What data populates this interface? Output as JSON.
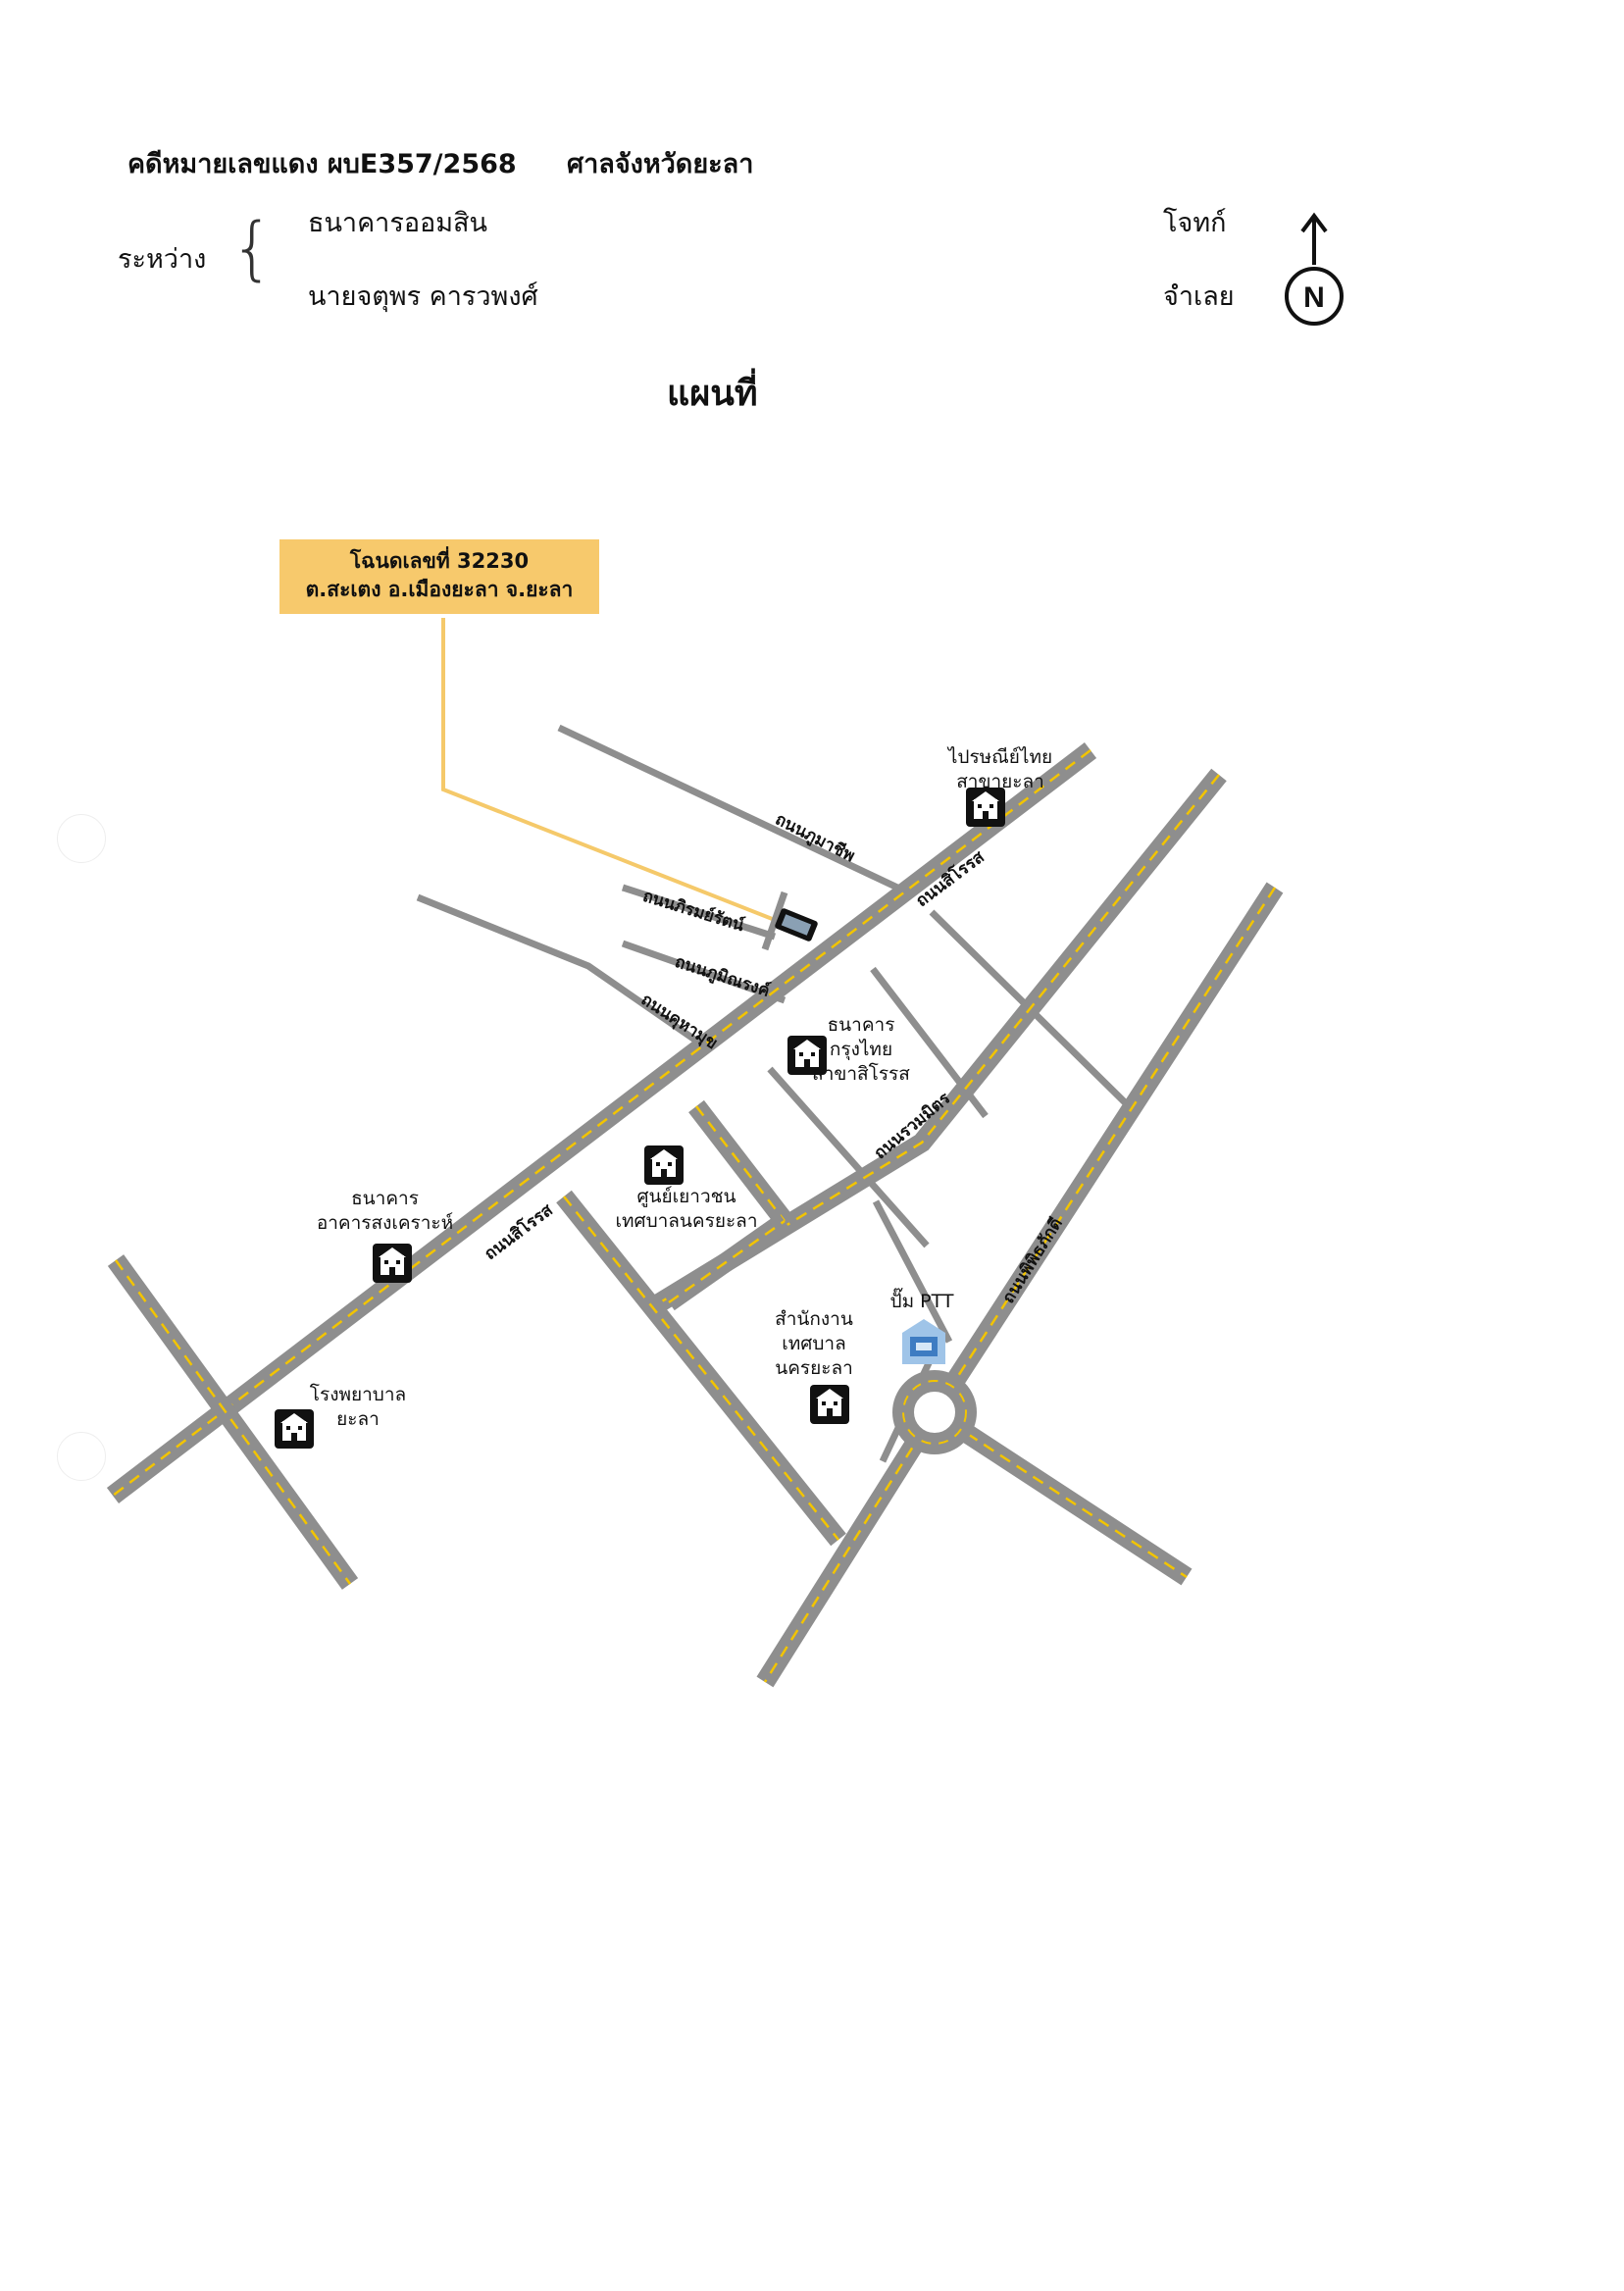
{
  "header": {
    "case_number": "คดีหมายเลขแดง ผบE357/2568",
    "court": "ศาลจังหวัดยะลา",
    "between_label": "ระหว่าง",
    "plaintiff_name": "ธนาคารออมสิน",
    "plaintiff_role": "โจทก์",
    "defendant_name": "นายจตุพร   คารวพงศ์",
    "defendant_role": "จำเลย"
  },
  "compass": {
    "letter": "N",
    "icon": "north-arrow-icon"
  },
  "map_title": "แผนที่",
  "callout": {
    "line1": "โฉนดเลขที่ 32230",
    "line2": "ต.สะเตง อ.เมืองยะลา จ.ยะลา",
    "color": "#f7c96c"
  },
  "roads": {
    "phumachip": "ถนนภูมาชีพ",
    "sirot_upper": "ถนนสิโรรส",
    "sirot_lower": "ถนนสิโรรส",
    "phirom_rat": "ถนนภิรมย์รัตน์",
    "phumi_narong": "ถนนภูมิณรงค์",
    "khuha_phimuk": "ถนนคุหามุข",
    "ruam_mit": "ถนนรวมมิตร",
    "phiphit_phakdi": "ถนนพิพิธภักดี"
  },
  "landmarks": {
    "post_office": "ไปรษณีย์ไทย\nสาขายะลา",
    "krungthai": "ธนาคาร\nกรุงไทย\nสาขาสิโรรส",
    "youth_center": "ศูนย์เยาวชน\nเทศบาลนครยะลา",
    "gh_bank": "ธนาคาร\nอาคารสงเคราะห์",
    "hospital": "โรงพยาบาล\nยะลา",
    "municipal_office": "สำนักงาน\nเทศบาล\nนครยะลา",
    "ptt": "ปั๊ม PTT"
  },
  "colors": {
    "road": "#8e8e8e",
    "road_dash": "#f2c400",
    "callout_line": "#f5c96a",
    "ink": "#111111"
  }
}
